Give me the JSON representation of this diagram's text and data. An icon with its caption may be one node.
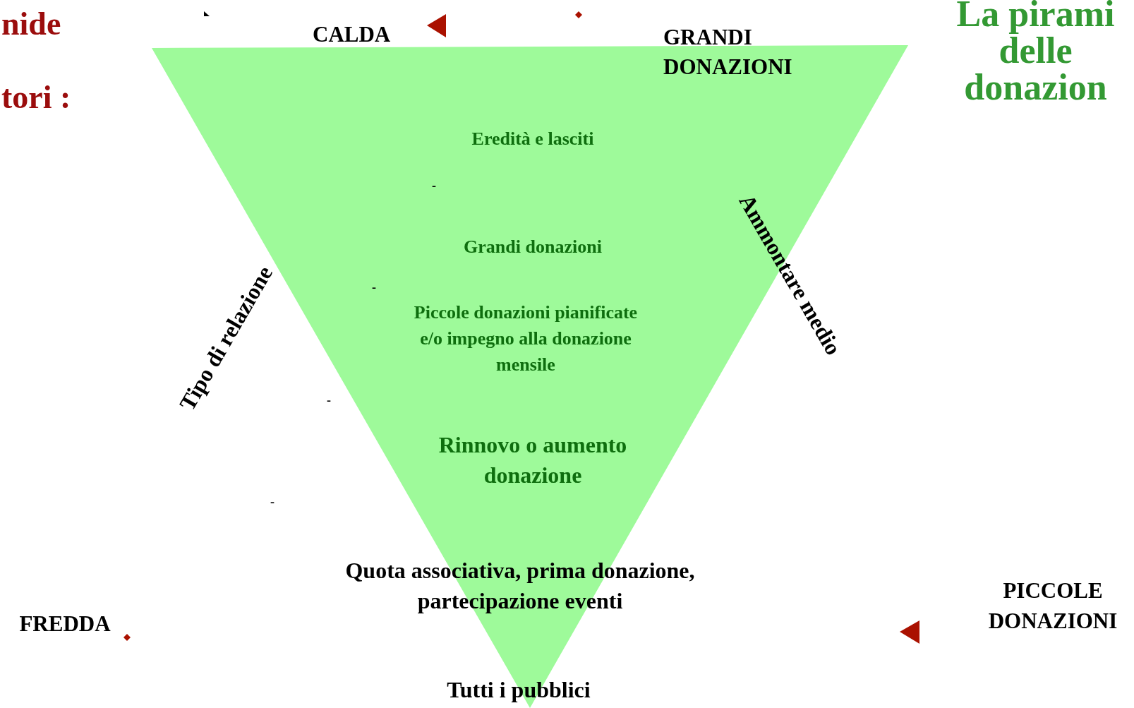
{
  "diagram": {
    "title": "La pirami delle donazion",
    "nodes": [
      {
        "text": [
          "Eredità e lasciti",
          "Grandi donazioni",
          "Piccole donazioni pianificate e/o impegno alla donazione mensile",
          "Rinnovo o aumento donazione"
        ]
      }
    ],
    "labels": [
      "nide",
      "tori :",
      "CALDA",
      "GRANDI DONAZIONI",
      "Ammontare medio",
      "-",
      "Tipo di relazione",
      "-",
      "-",
      "-",
      "Quota associativa, prima donazione, partecipazione eventi",
      "FREDDA",
      "PICCOLE DONAZIONI",
      "Tutti i pubblici"
    ]
  }
}
